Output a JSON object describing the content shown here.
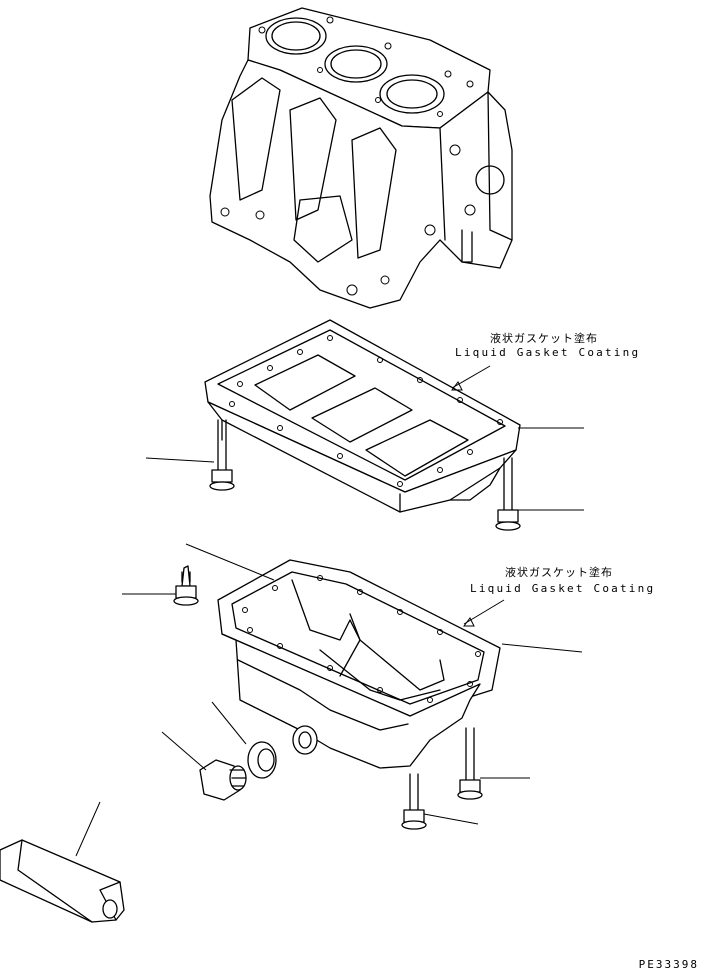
{
  "callouts": [
    {
      "jp": "液状ガスケット塗布",
      "en": "Liquid Gasket Coating"
    },
    {
      "jp": "液状ガスケット塗布",
      "en": "Liquid Gasket Coating"
    }
  ],
  "drawing_code": "PE33398"
}
